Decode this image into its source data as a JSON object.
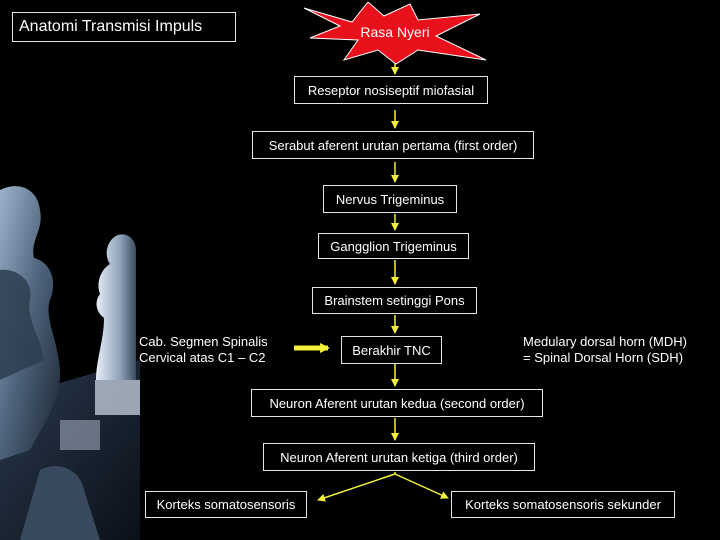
{
  "title": "Anatomi Transmisi Impuls",
  "start": "Rasa Nyeri",
  "nodes": {
    "reseptor": "Reseptor nosiseptif miofasial",
    "serabut": "Serabut aferent urutan pertama (first order)",
    "trigeminus": "Nervus Trigeminus",
    "ganglion": "Gangglion Trigeminus",
    "brainstem": "Brainstem setinggi Pons",
    "tnc": "Berakhir TNC",
    "second": "Neuron Aferent urutan kedua (second order)",
    "third": "Neuron Aferent urutan ketiga (third order)",
    "korteks1": "Korteks somatosensoris",
    "korteks2": "Korteks somatosensoris sekunder"
  },
  "side_notes": {
    "left_line1": "Cab. Segmen Spinalis",
    "left_line2": "Cervical atas C1 – C2",
    "right_line1": "Medulary dorsal horn (MDH)",
    "right_line2": "= Spinal Dorsal Horn (SDH)"
  },
  "colors": {
    "arrow": "#f5f03c",
    "star_fill": "#e8101a",
    "box_border": "#e6e6e6",
    "text": "#ffffff"
  }
}
